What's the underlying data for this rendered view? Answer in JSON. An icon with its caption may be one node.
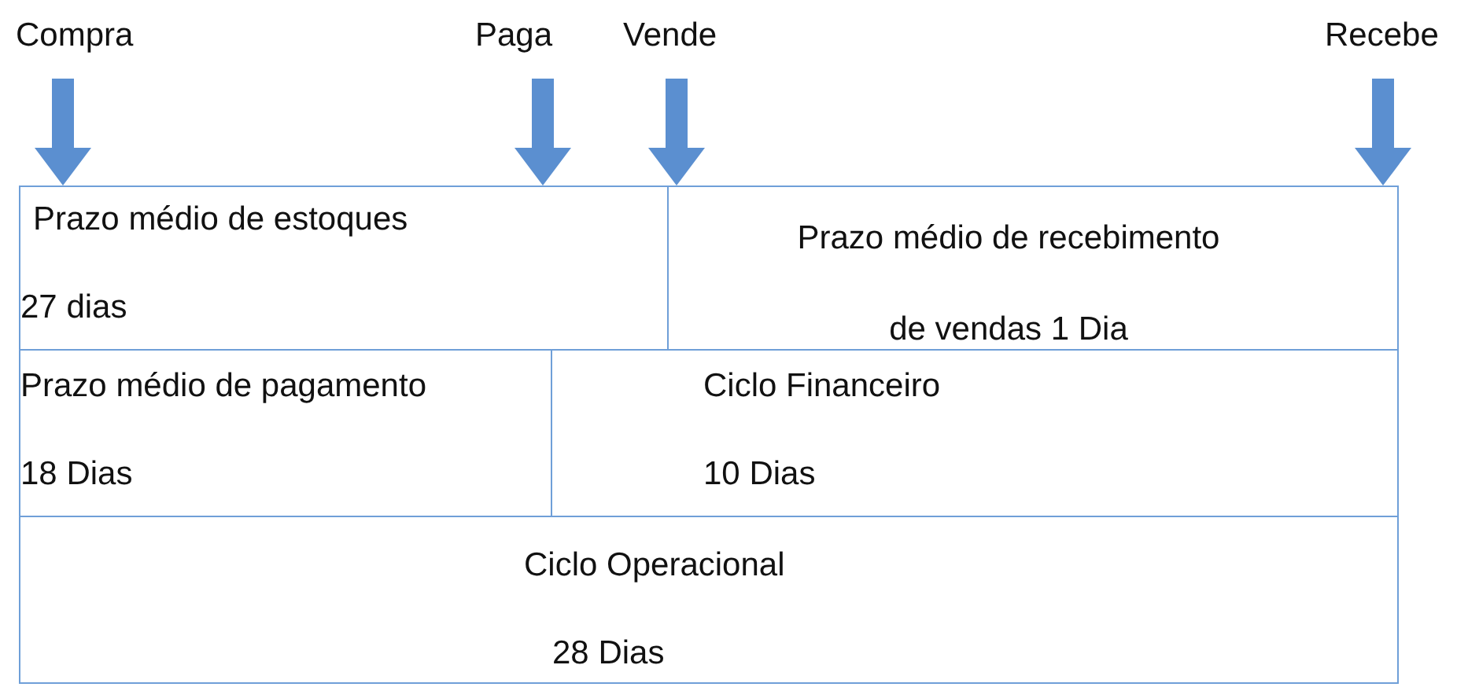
{
  "diagram": {
    "nodes": [
      {
        "text": [
          "Compra"
        ]
      },
      {
        "text": [
          "Paga"
        ]
      },
      {
        "text": [
          "Vende"
        ]
      },
      {
        "text": [
          "Recebe"
        ]
      },
      {
        "text": [
          "Prazo médio de estoques",
          "27 dias"
        ]
      },
      {
        "text": [
          "Prazo médio de recebimento de vendas 1 Dia"
        ]
      },
      {
        "text": [
          "Prazo médio de pagamento",
          "18 Dias"
        ]
      },
      {
        "text": [
          "Ciclo Financeiro",
          "10 Dias"
        ]
      },
      {
        "text": [
          "Ciclo Operacional",
          "28 Dias"
        ]
      }
    ],
    "edges": [
      {
        "from": 0,
        "to": 4,
        "arrow": "to"
      },
      {
        "from": 1,
        "to": 4,
        "arrow": "to"
      },
      {
        "from": 2,
        "to": 5,
        "arrow": "to"
      },
      {
        "from": 3,
        "to": 5,
        "arrow": "to"
      }
    ]
  }
}
